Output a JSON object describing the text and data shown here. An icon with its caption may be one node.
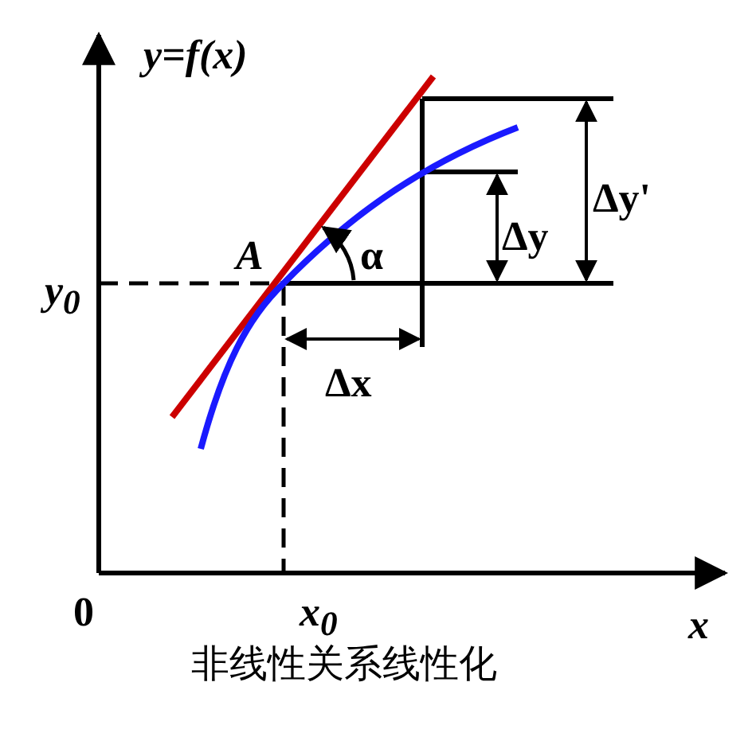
{
  "diagram": {
    "caption": "非线性关系线性化",
    "labels": [
      "y=f(x)",
      "A",
      "α",
      "Δy'",
      "Δy",
      "y$_{0}$",
      "Δx",
      "0",
      "x$_{0}$",
      "x"
    ]
  }
}
